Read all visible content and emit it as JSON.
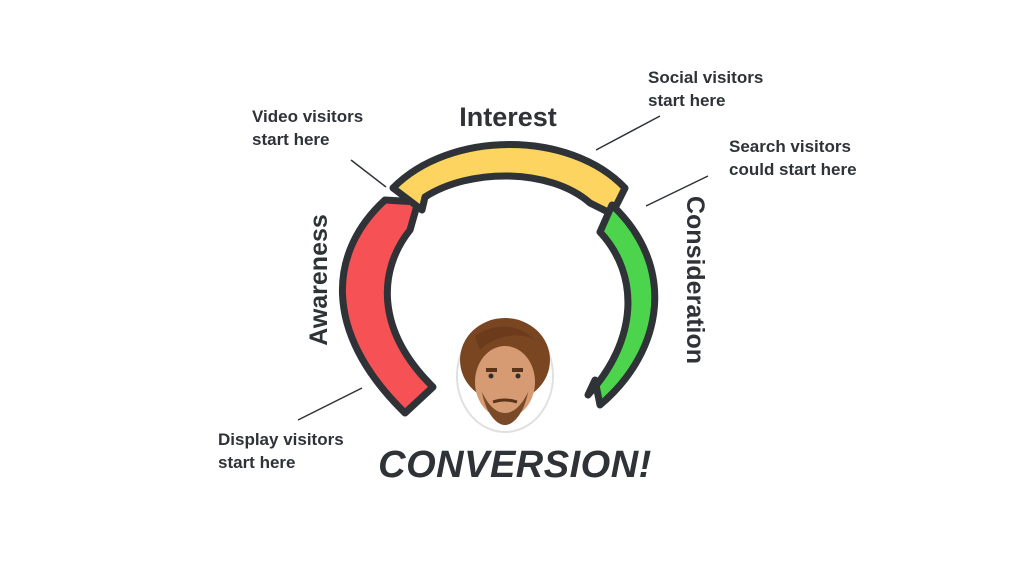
{
  "stages": {
    "interest": "Interest",
    "awareness": "Awareness",
    "consideration": "Consideration"
  },
  "notes": {
    "video": [
      "Video visitors",
      "start here"
    ],
    "social": [
      "Social visitors",
      "start here"
    ],
    "search": [
      "Search visitors",
      "could start here"
    ],
    "display": [
      "Display visitors",
      "start here"
    ]
  },
  "conversion": "CONVERSION!",
  "colors": {
    "awareness": "#f65155",
    "interest": "#fcd45f",
    "consideration": "#4cd44c",
    "outline": "#2f3338"
  }
}
